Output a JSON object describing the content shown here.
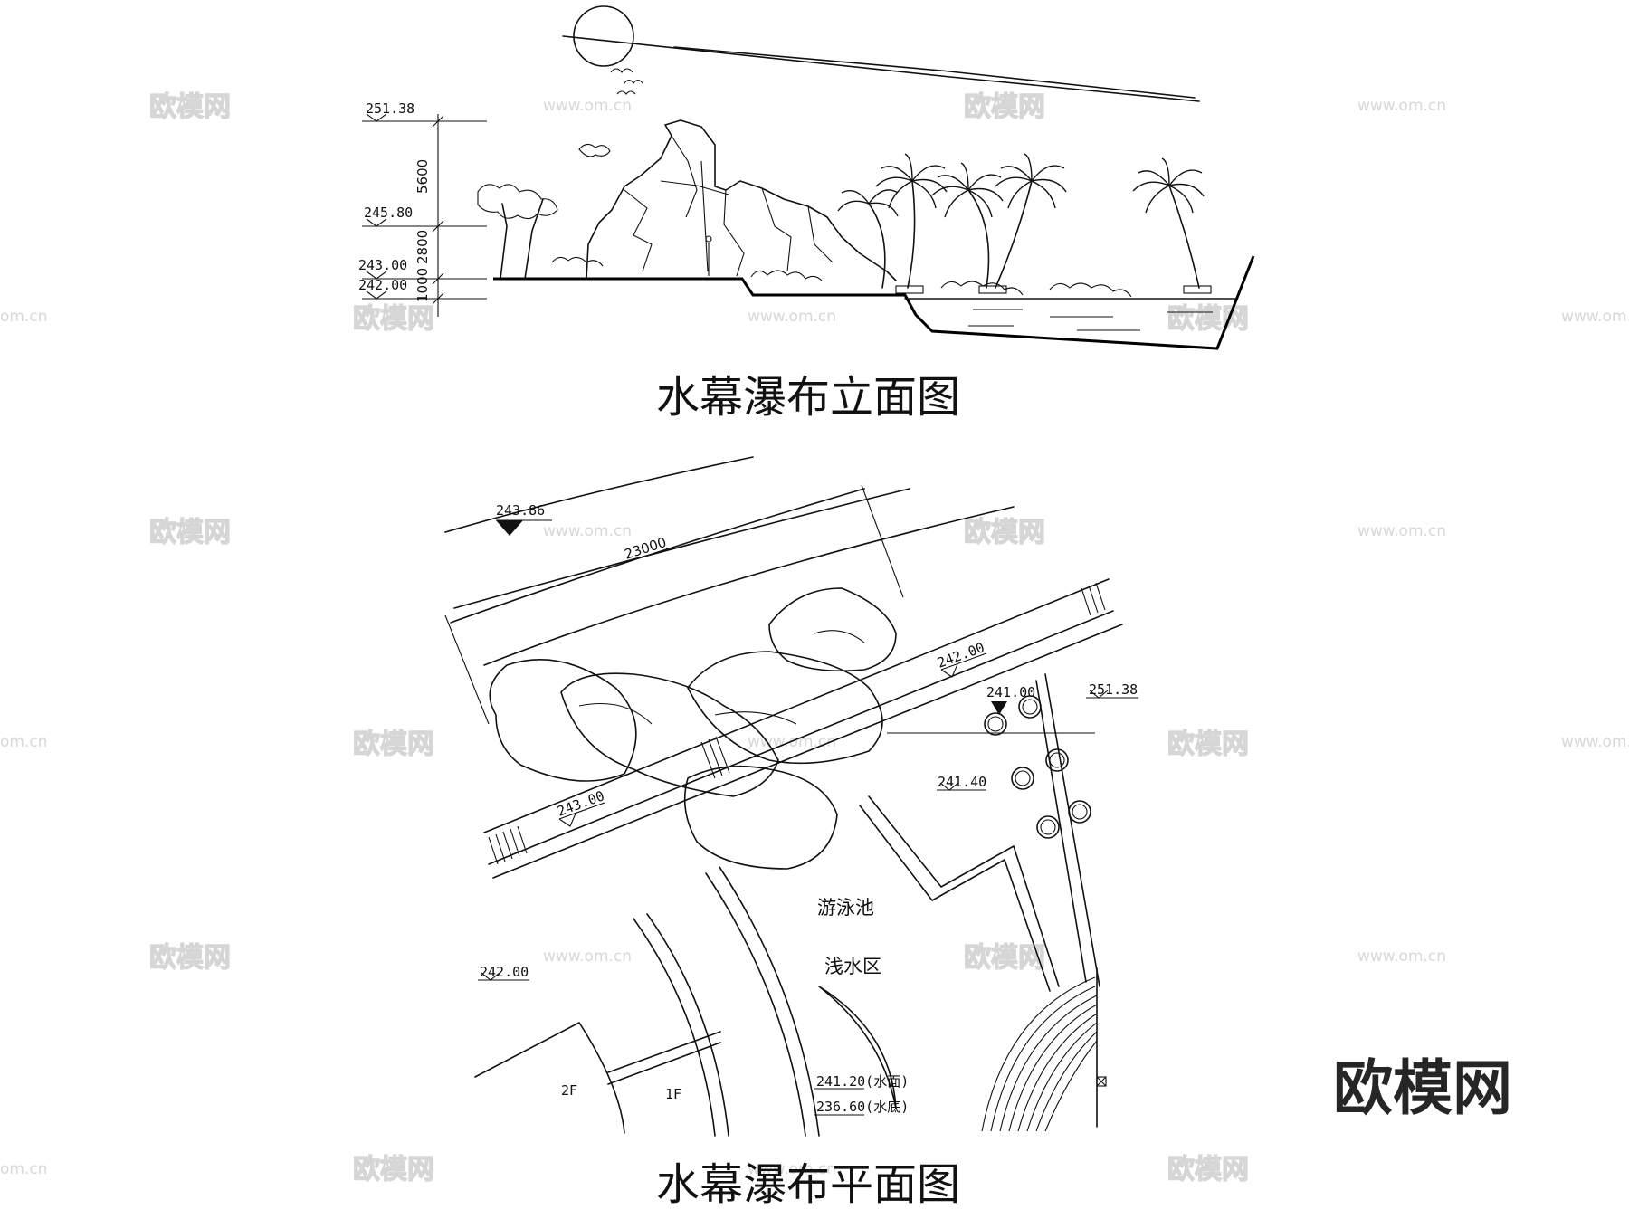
{
  "elevation_view": {
    "title": "水幕瀑布立面图",
    "levels": [
      "251.38",
      "245.80",
      "243.00",
      "242.00"
    ],
    "dimensions": [
      "5600",
      "2800",
      "1000"
    ]
  },
  "plan_view": {
    "title": "水幕瀑布平面图",
    "levels": {
      "top_left": "243.86",
      "walkway_upper": "242.00",
      "deck_right": "251.38",
      "pool_edge": "241.00",
      "deck_mid": "241.40",
      "walkway_lower": "243.00",
      "left_area": "242.00",
      "water_surface": "241.20(水面)",
      "water_bottom": "236.60(水底)"
    },
    "length_dimension": "23000",
    "zones": {
      "pool": "游泳池",
      "shallow": "浅水区"
    },
    "floors": [
      "2F",
      "1F"
    ]
  },
  "watermarks": {
    "site_cn": "欧模网",
    "site_url": "www.om.cn",
    "site_url_edge": "om.cn",
    "brand_logo": "欧模网"
  }
}
